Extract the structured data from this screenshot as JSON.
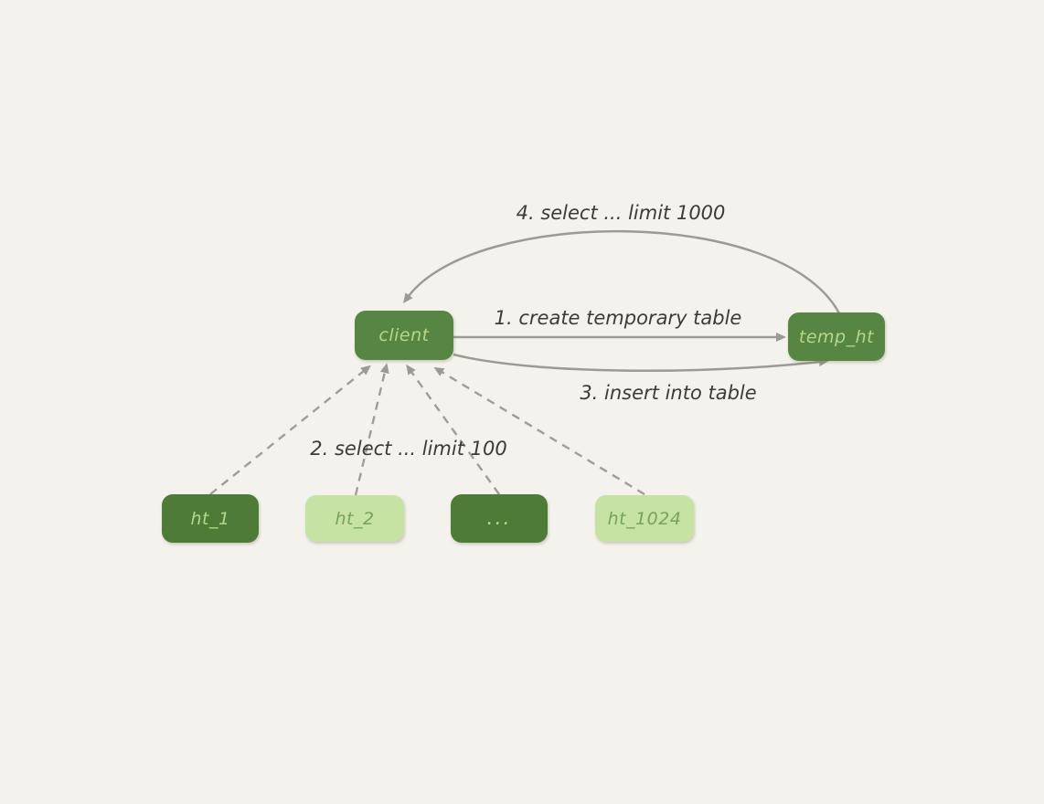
{
  "colors": {
    "bg": "#f4f2ec",
    "green_mid": "#578544",
    "green_dark": "#4e7c38",
    "green_light": "#c6e3a4",
    "text_on_dark": "#b5d78a",
    "text_on_light": "#76a355",
    "arrow": "#9b9b95",
    "label_text": "#3b3b38"
  },
  "nodes": {
    "client": {
      "label": "client"
    },
    "temp_ht": {
      "label": "temp_ht"
    },
    "ht_1": {
      "label": "ht_1"
    },
    "ht_2": {
      "label": "ht_2"
    },
    "ht_dots": {
      "label": "..."
    },
    "ht_1024": {
      "label": "ht_1024"
    }
  },
  "edges": {
    "create_table": {
      "label": "1. create temporary table"
    },
    "select_shards": {
      "label": "2. select ... limit 100"
    },
    "insert": {
      "label": "3. insert into table"
    },
    "select_final": {
      "label": "4. select ... limit 1000"
    }
  }
}
